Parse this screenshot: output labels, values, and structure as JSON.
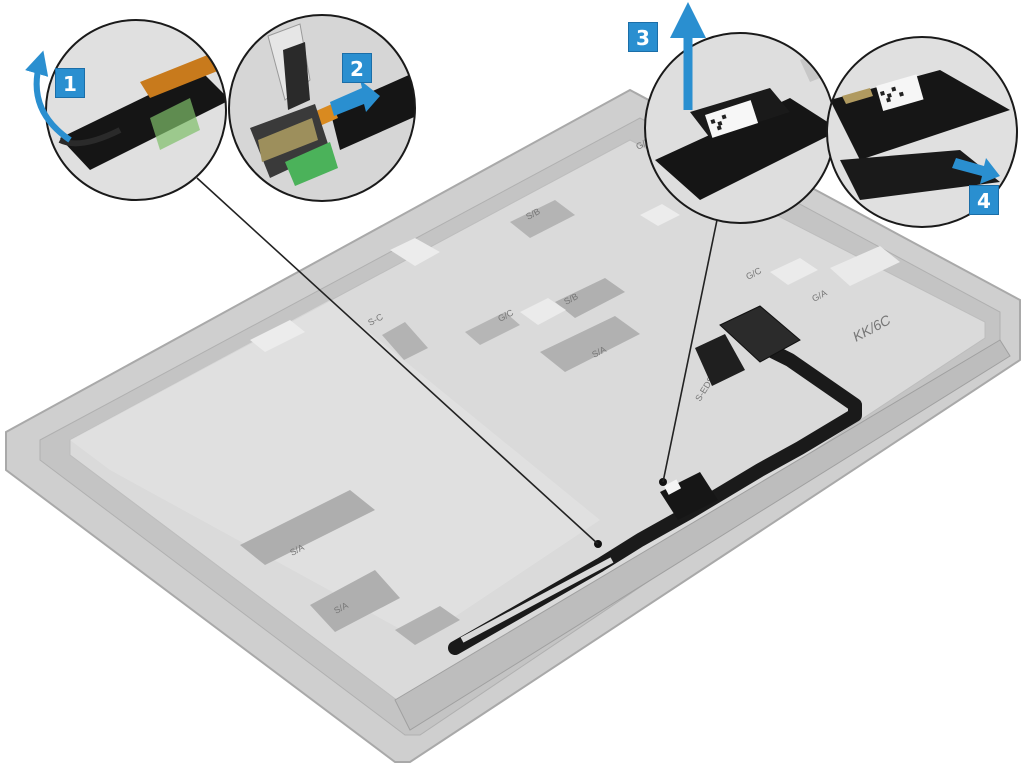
{
  "colors": {
    "accent": "#2a8fd0",
    "panel_frame": "#c9c9c9",
    "panel_surface": "#d7d7d7",
    "cable": "#1a1a1a",
    "leader_line": "#222222"
  },
  "steps": [
    {
      "number": "1",
      "action": "peel-up"
    },
    {
      "number": "2",
      "action": "slide-right"
    },
    {
      "number": "3",
      "action": "lift-up"
    },
    {
      "number": "4",
      "action": "pull-down-right"
    }
  ],
  "panel_labels": {
    "gf": "G/F",
    "sb_top": "S/B",
    "sb_mid": "S/B",
    "gc": "G/C",
    "ga": "G/A",
    "sc": "S-C",
    "gc_left": "G/C",
    "sa": "S/A",
    "sa_lower": "S/A",
    "sa_bottom": "S/A",
    "seds": "S-EDS",
    "handwritten": "KK/6C"
  }
}
